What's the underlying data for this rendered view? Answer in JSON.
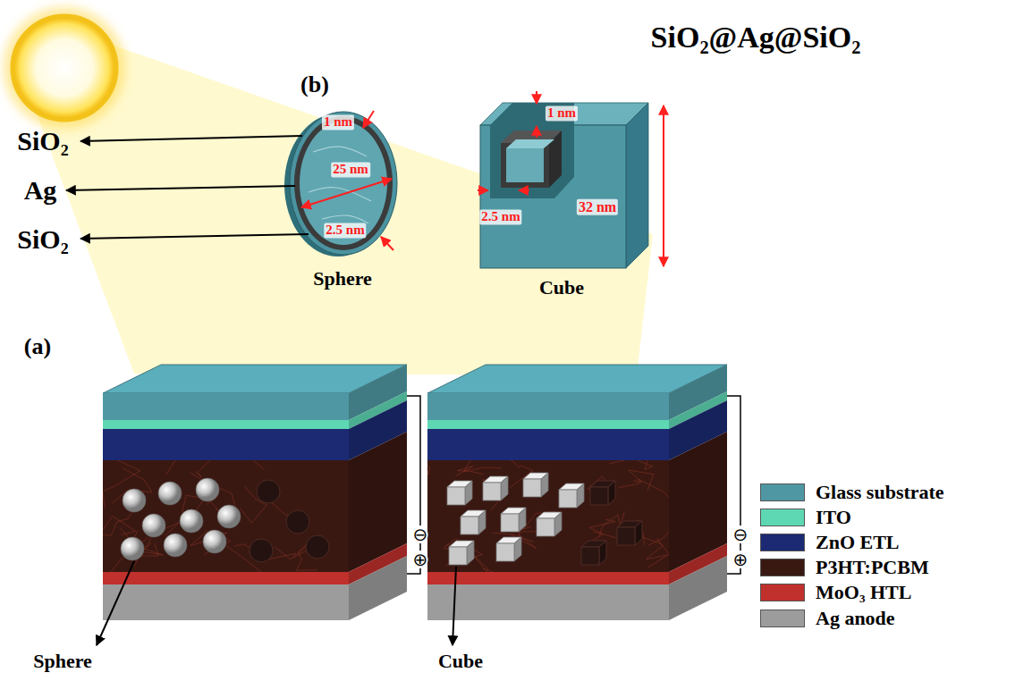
{
  "diagram": {
    "title": "SiO₂@Ag@SiO₂",
    "labels": [
      "(b)",
      "SiO₂",
      "Ag",
      "SiO₂",
      "1 nm",
      "25 nm",
      "2.5 nm",
      "Sphere",
      "1 nm",
      "2.5 nm",
      "32 nm",
      "Cube",
      "(a)",
      "⊖",
      "⊕",
      "⊖",
      "⊕",
      "Sphere",
      "Cube"
    ],
    "legend": [
      {
        "text": "Glass substrate",
        "color": "#4f98a3"
      },
      {
        "text": "ITO",
        "color": "#5ed8b2"
      },
      {
        "text": "ZnO ETL",
        "color": "#1b2a72"
      },
      {
        "text": "P3HT:PCBM",
        "color": "#3a1812"
      },
      {
        "text": "MoO₃ HTL",
        "color": "#c0302c"
      },
      {
        "text": "Ag anode",
        "color": "#9c9c9c"
      }
    ]
  }
}
